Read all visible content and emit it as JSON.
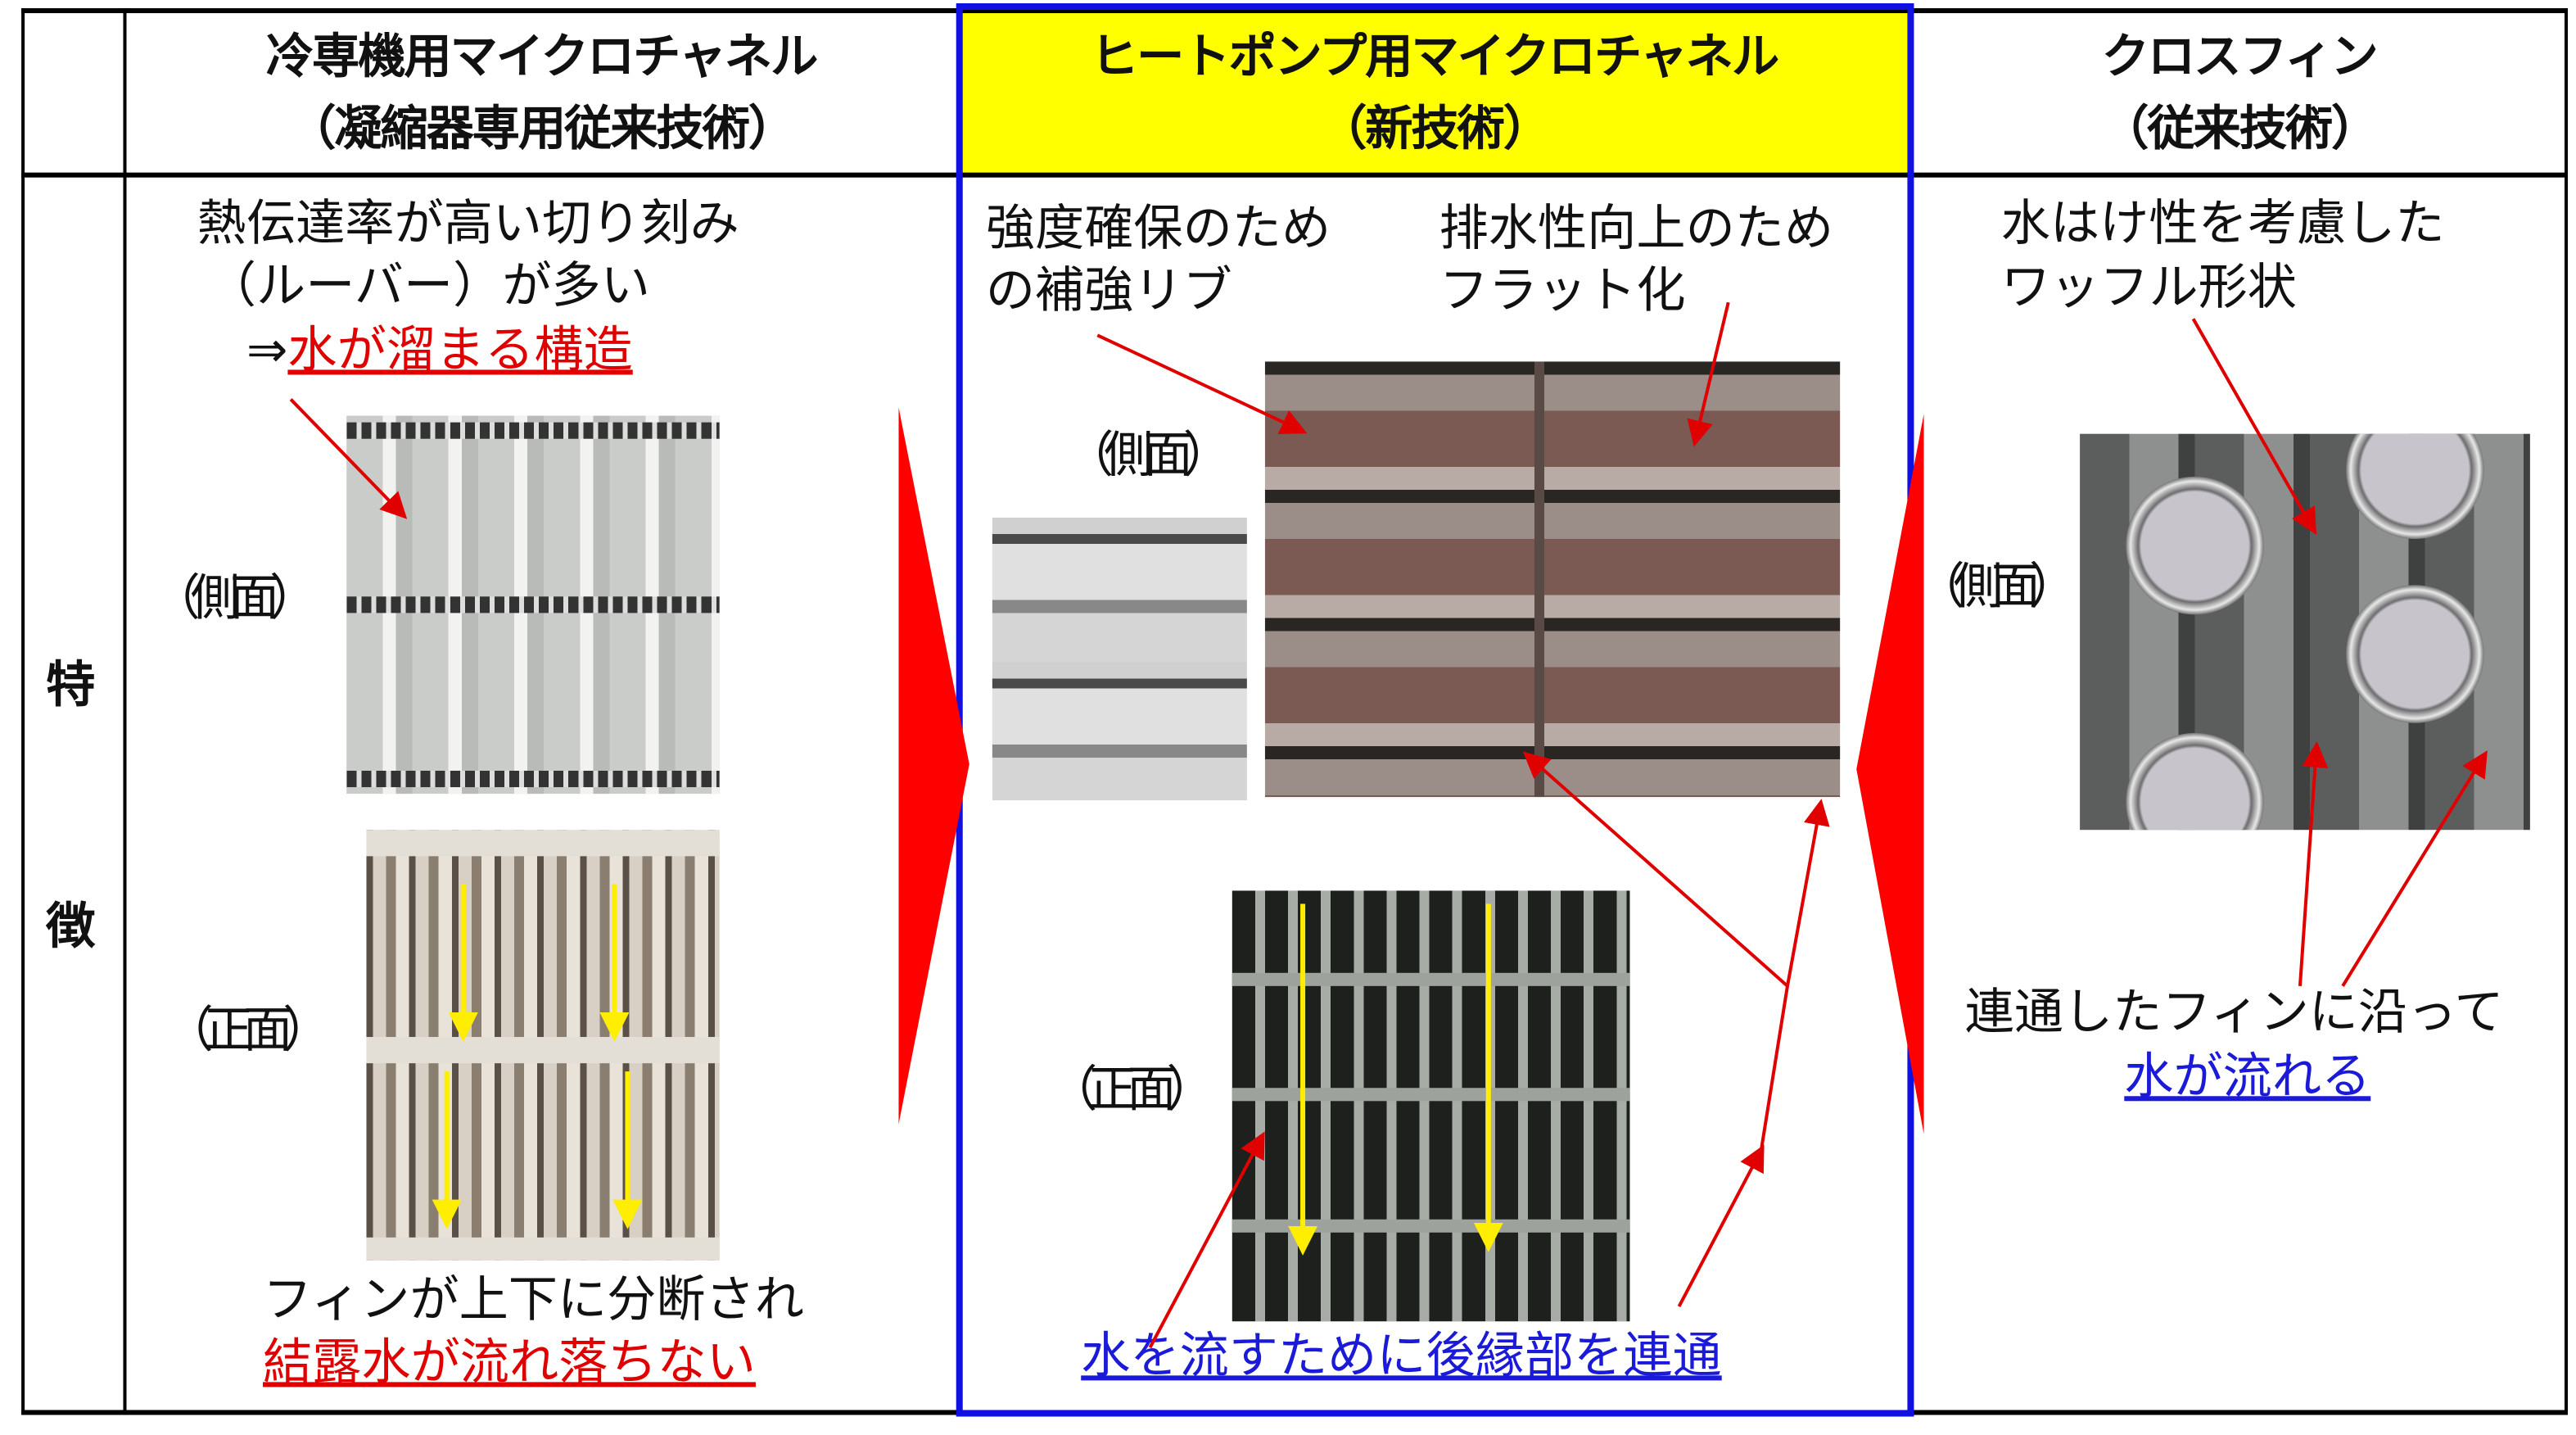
{
  "headers": {
    "col1": {
      "title": "冷専機用マイクロチャネル",
      "subtitle": "（凝縮器専用従来技術）"
    },
    "col2": {
      "title": "ヒートポンプ用マイクロチャネル",
      "subtitle": "（新技術）"
    },
    "col3": {
      "title": "クロスフィン",
      "subtitle": "（従来技術）"
    }
  },
  "row_label": {
    "char1": "特",
    "char2": "徴"
  },
  "col1": {
    "desc_line1": "熱伝達率が高い切り刻み",
    "desc_line2": "（ルーバー）が多い",
    "desc_arrow": "⇒",
    "desc_highlight": "水が溜まる構造",
    "side_label": "（側面）",
    "front_label": "（正面）",
    "bottom_line1": "フィンが上下に分断され",
    "bottom_highlight": "結露水が流れ落ちない"
  },
  "col2": {
    "note_left_line1": "強度確保のため",
    "note_left_line2": "の補強リブ",
    "note_right_line1": "排水性向上のため",
    "note_right_line2": "フラット化",
    "side_label": "（側面）",
    "front_label": "（正面）",
    "bottom_highlight": "水を流すために後縁部を連通"
  },
  "col3": {
    "desc_line1": "水はけ性を考慮した",
    "desc_line2": "ワッフル形状",
    "side_label": "（側面）",
    "bottom_line1": "連通したフィンに沿って",
    "bottom_highlight": "水が流れる"
  },
  "colors": {
    "highlight_header": "#ffff00",
    "frame": "#1010e0",
    "emphasis_red": "#e00000",
    "emphasis_blue": "#1a1ad8",
    "flow_arrow": "#ffee00"
  }
}
